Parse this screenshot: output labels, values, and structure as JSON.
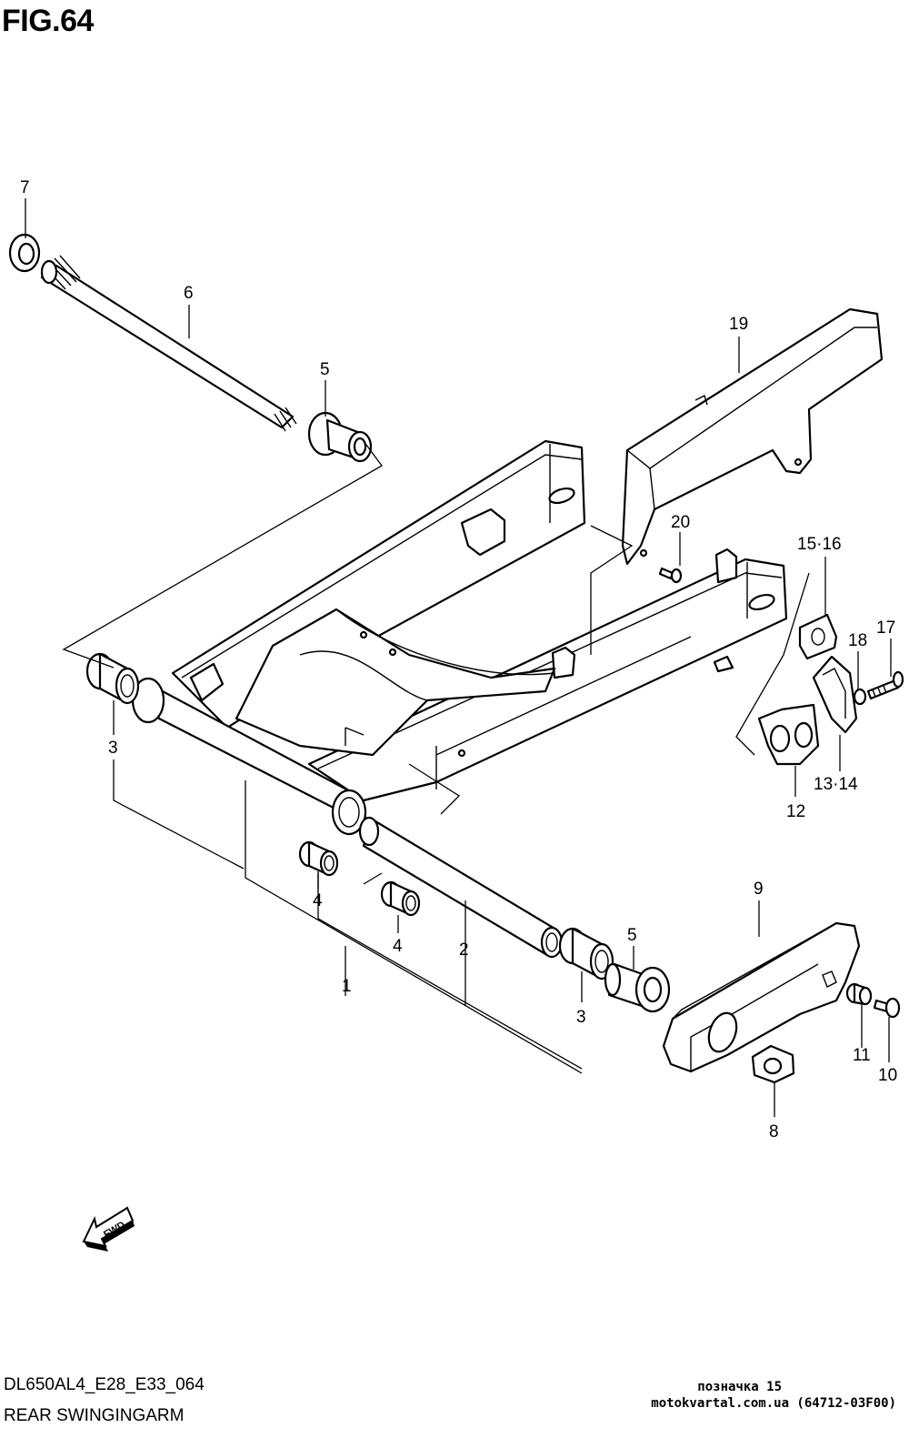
{
  "figure": {
    "title": "FIG.64",
    "model_code": "DL650AL4_E28_E33_064",
    "section_name": "REAR SWINGINGARM",
    "watermark_line1": "позначка 15",
    "watermark_line2": "motokvartal.com.ua (64712-03F00)",
    "fwd_label": "FWD"
  },
  "callouts": {
    "c1": "1",
    "c2": "2",
    "c3a": "3",
    "c3b": "3",
    "c4a": "4",
    "c4b": "4",
    "c5a": "5",
    "c5b": "5",
    "c6": "6",
    "c7": "7",
    "c8": "8",
    "c9": "9",
    "c10": "10",
    "c11": "11",
    "c12": "12",
    "c13_14": "13·14",
    "c15_16": "15·16",
    "c17": "17",
    "c18": "18",
    "c19": "19",
    "c20": "20"
  },
  "icons": {
    "fwd_arrow": "fwd-arrow-icon"
  }
}
